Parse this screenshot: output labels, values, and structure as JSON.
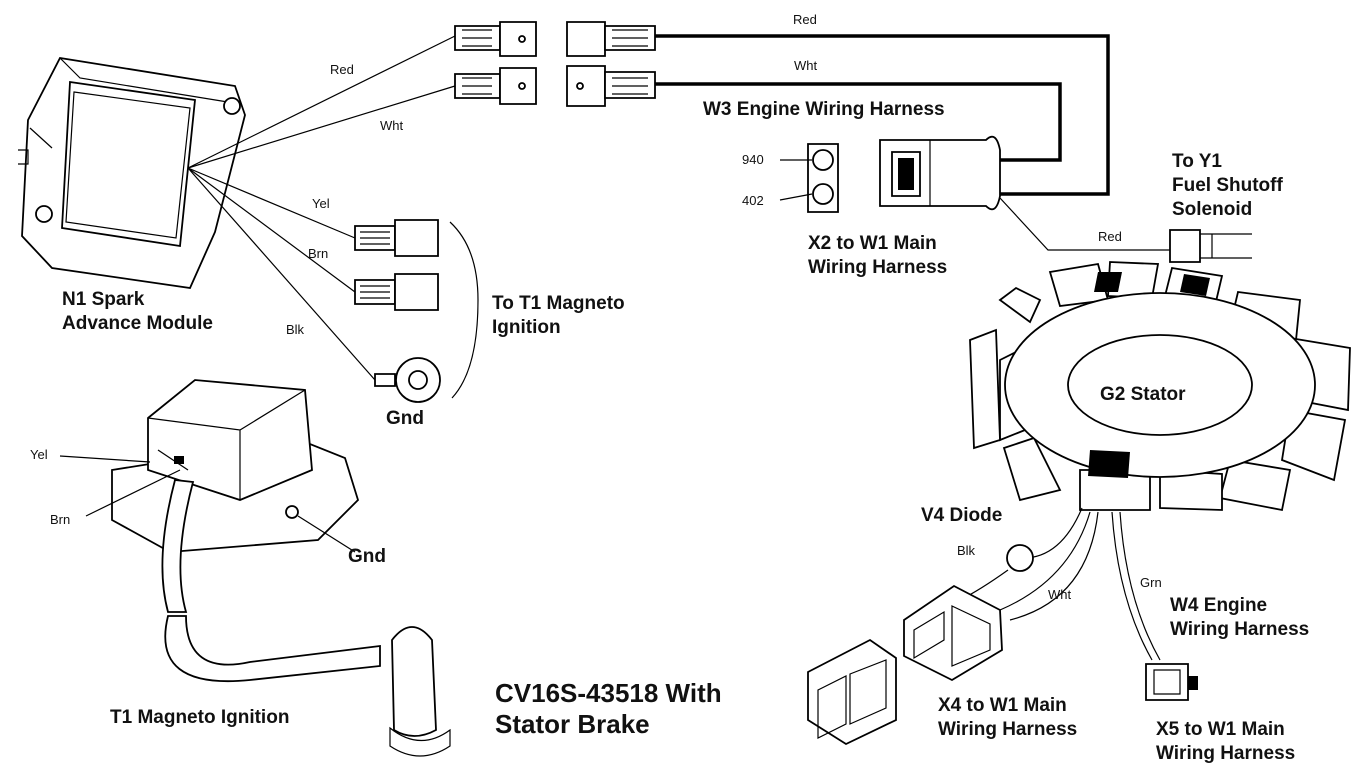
{
  "title": [
    "CV16S-43518 With",
    "Stator Brake"
  ],
  "components": {
    "n1": [
      "N1 Spark",
      "Advance Module"
    ],
    "t1_to": [
      "To T1 Magneto",
      "Ignition"
    ],
    "gnd_top": "Gnd",
    "gnd_coil": "Gnd",
    "t1": "T1 Magneto Ignition",
    "w3": "W3 Engine Wiring Harness",
    "x2": [
      "X2 to W1 Main",
      "Wiring Harness"
    ],
    "y1": [
      "To Y1",
      "Fuel Shutoff",
      "Solenoid"
    ],
    "g2": "G2 Stator",
    "v4": "V4 Diode",
    "w4": [
      "W4 Engine",
      "Wiring Harness"
    ],
    "x4": [
      "X4 to W1 Main",
      "Wiring Harness"
    ],
    "x5": [
      "X5 to W1 Main",
      "Wiring Harness"
    ]
  },
  "wire_labels": {
    "module_red": "Red",
    "module_wht": "Wht",
    "module_yel": "Yel",
    "module_brn": "Brn",
    "module_blk": "Blk",
    "top_red": "Red",
    "top_wht": "Wht",
    "solenoid_red": "Red",
    "coil_yel": "Yel",
    "coil_brn": "Brn",
    "diode_blk": "Blk",
    "stator_wht": "Wht",
    "stator_grn": "Grn"
  },
  "terminal_numbers": [
    "940",
    "402"
  ]
}
